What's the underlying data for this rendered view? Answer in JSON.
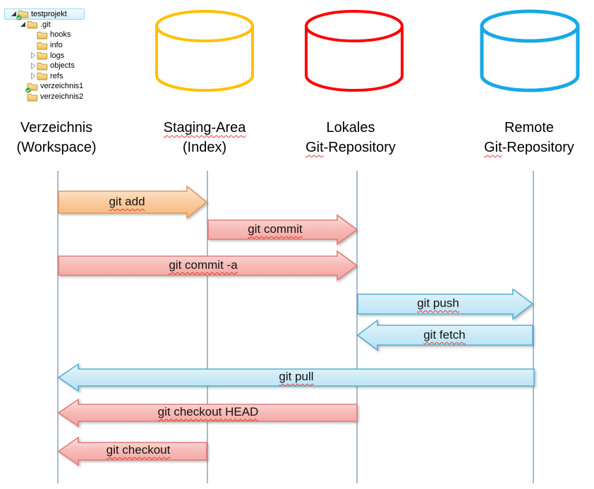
{
  "file_tree": {
    "rows": [
      {
        "label": "testprojekt",
        "level": 0,
        "expander": "expanded",
        "icon": "folder-check",
        "selected": true
      },
      {
        "label": ".git",
        "level": 1,
        "expander": "expanded",
        "icon": "folder",
        "selected": false
      },
      {
        "label": "hooks",
        "level": 2,
        "expander": "none",
        "icon": "folder",
        "selected": false
      },
      {
        "label": "info",
        "level": 2,
        "expander": "none",
        "icon": "folder",
        "selected": false
      },
      {
        "label": "logs",
        "level": 2,
        "expander": "collapsed",
        "icon": "folder",
        "selected": false
      },
      {
        "label": "objects",
        "level": 2,
        "expander": "collapsed",
        "icon": "folder",
        "selected": false
      },
      {
        "label": "refs",
        "level": 2,
        "expander": "collapsed",
        "icon": "folder",
        "selected": false
      },
      {
        "label": "verzeichnis1",
        "level": 1,
        "expander": "none",
        "icon": "folder-check",
        "selected": false
      },
      {
        "label": "verzeichnis2",
        "level": 1,
        "expander": "none",
        "icon": "folder",
        "selected": false
      }
    ]
  },
  "headers": [
    {
      "line1": "Verzeichnis",
      "line2": "(Workspace)"
    },
    {
      "line1": "Staging-Area",
      "line2": "(Index)"
    },
    {
      "line1": "Lokales",
      "line2_wavy": "Git",
      "line2_rest": "-Repository"
    },
    {
      "line1": "Remote",
      "line2_wavy": "Git",
      "line2_rest": "-Repository"
    }
  ],
  "cylinders": [
    {
      "name": "staging-area",
      "color": "#FFC000"
    },
    {
      "name": "local-git-repository",
      "color": "#FF0000"
    },
    {
      "name": "remote-git-repository",
      "color": "#18A8E6"
    }
  ],
  "arrows": [
    {
      "label": "git add",
      "from": "workspace",
      "to": "staging",
      "theme": "orange"
    },
    {
      "label": "git commit",
      "from": "staging",
      "to": "local",
      "theme": "red"
    },
    {
      "label": "git commit -a",
      "from": "workspace",
      "to": "local",
      "theme": "red"
    },
    {
      "label": "git push",
      "from": "local",
      "to": "remote",
      "theme": "blue"
    },
    {
      "label": "git fetch",
      "from": "remote",
      "to": "local",
      "theme": "blue"
    },
    {
      "label": "git pull",
      "from": "remote",
      "to": "workspace",
      "theme": "blue"
    },
    {
      "label": "git checkout HEAD",
      "from": "local",
      "to": "workspace",
      "theme": "red"
    },
    {
      "label": "git checkout",
      "from": "staging",
      "to": "workspace",
      "theme": "red"
    }
  ],
  "colors": {
    "lifeline": "#7596B8",
    "arrow_orange_border": "#E19A5E",
    "arrow_red_border": "#DE7E7B",
    "arrow_blue_border": "#55B0D2",
    "squiggle": "#E23A2E"
  }
}
